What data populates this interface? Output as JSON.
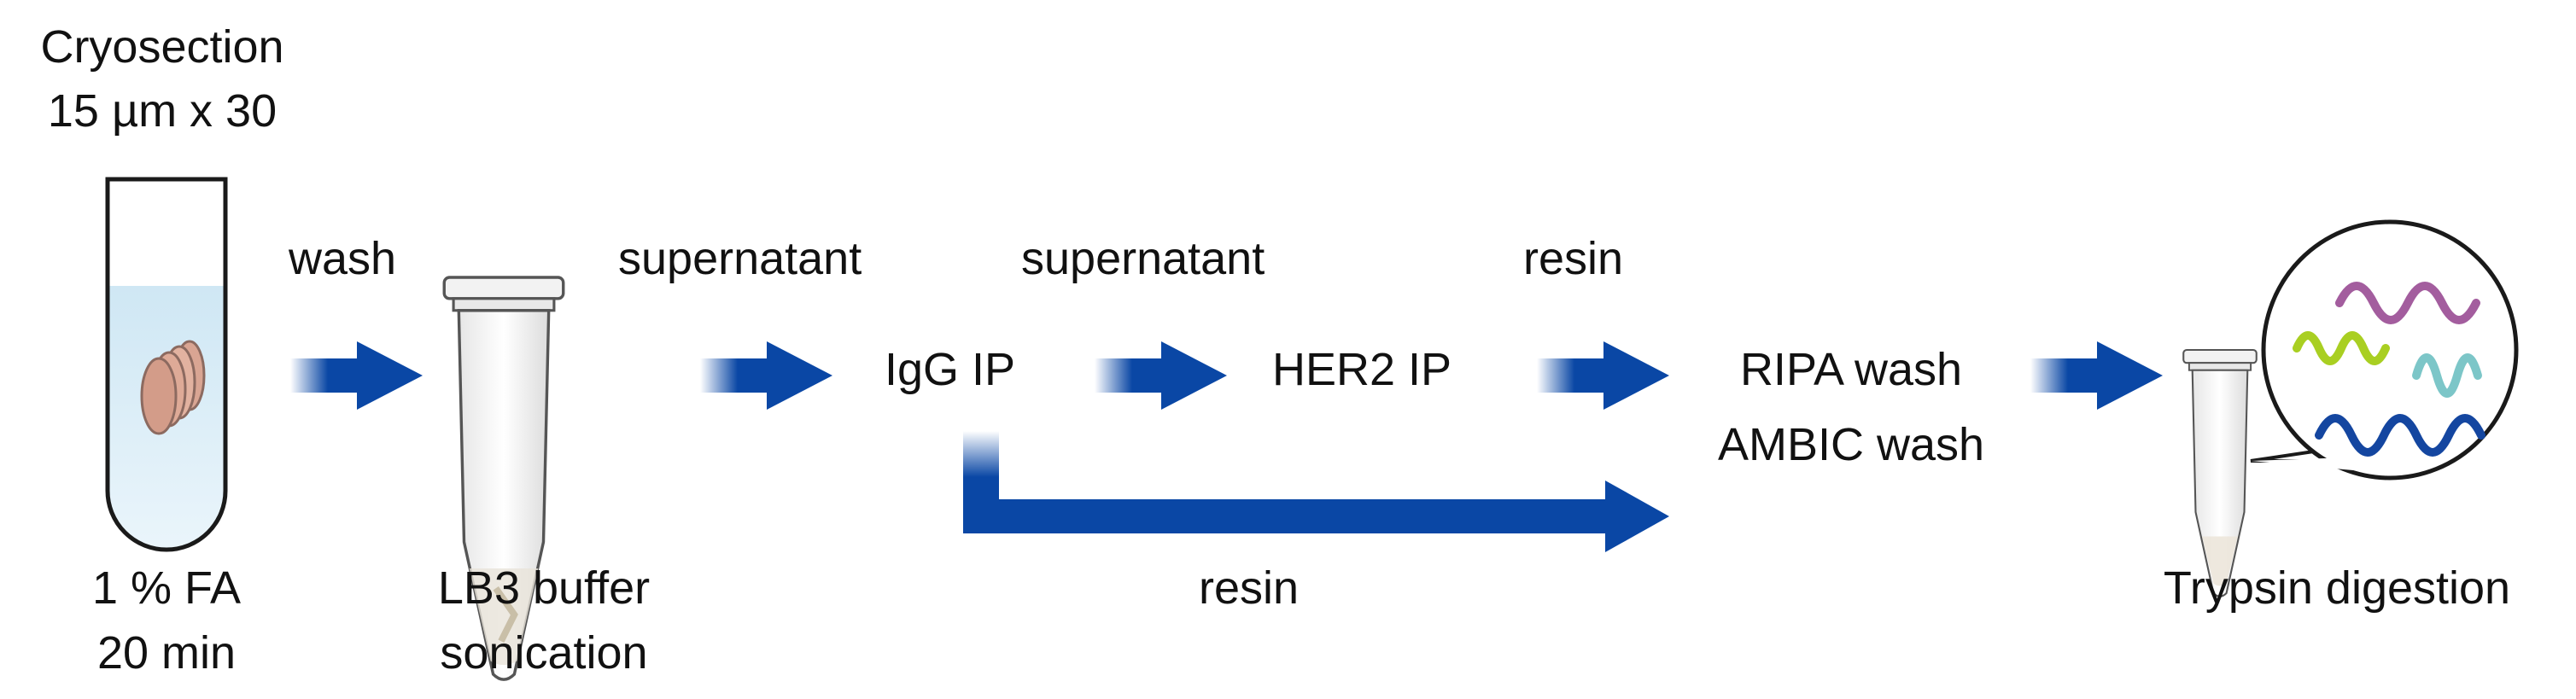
{
  "labels": {
    "start_line1": "Cryosection",
    "start_line2": "15 µm x 30",
    "fix_line1": "1 % FA",
    "fix_line2": "20 min",
    "wash": "wash",
    "lysis_line1": "LB3 buffer",
    "lysis_line2": "sonication",
    "supernatant_1": "supernatant",
    "igg_ip": "IgG IP",
    "supernatant_2": "supernatant",
    "her2_ip": "HER2 IP",
    "resin_top": "resin",
    "ripa_wash": "RIPA wash",
    "ambic_wash": "AMBIC wash",
    "resin_bottom": "resin",
    "digestion": "Trypsin digestion"
  },
  "colors": {
    "arrow_blue": "#0a47a5",
    "peptide_purple": "#a35d9e",
    "peptide_green": "#a9cf22",
    "peptide_teal": "#7cc6c8",
    "peptide_blue": "#1446a0",
    "tube_liquid": "#dbeef8",
    "tissue": "#d9a593"
  }
}
